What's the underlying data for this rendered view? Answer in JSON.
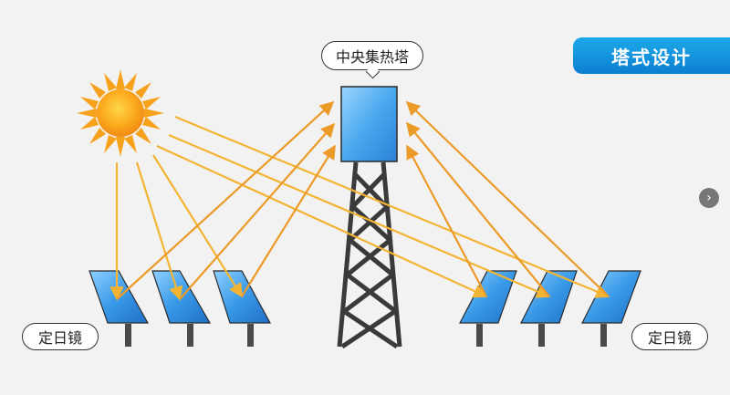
{
  "title_badge": "塔式设计",
  "tower_label": "中央集热塔",
  "heliostat_label_left": "定日镜",
  "heliostat_label_right": "定日镜",
  "nav_next_icon": "chevron-right-icon",
  "colors": {
    "background": "#f2f2f2",
    "badge": "#1592de",
    "ray_incoming": "#f3b433",
    "ray_reflected": "#ec9a28",
    "sun": "#f7a21a",
    "panel": "#4aa8ee",
    "tower_frame": "#3a3a3a"
  }
}
